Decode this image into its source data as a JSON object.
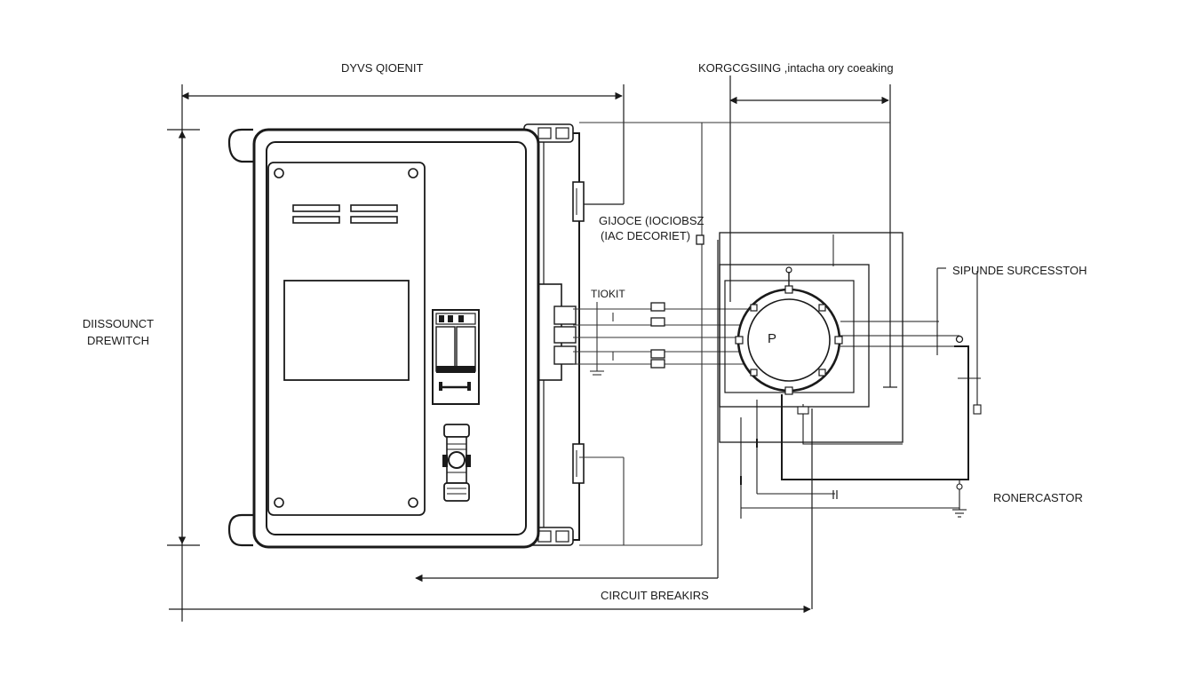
{
  "labels": {
    "top_left_dimension": "DYVS QIOENIT",
    "top_right_dimension": "KORGCGSIING ,intacha ory coeaking",
    "left_side_line1": "DIISSOUNCT",
    "left_side_line2": "DREWITCH",
    "mid_line1": "GIJOCE (IOCIOBSZ",
    "mid_line2": "(IAC DECORIET)",
    "small_mid": "TIOKIT",
    "motor_letter": "P",
    "right_top": "SIPUNDE SURCESSTOH",
    "right_bottom": "RONERCASTOR",
    "bottom_dimension": "CIRCUIT BREAKIRS"
  },
  "colors": {
    "line": "#1a1a1a",
    "thin_line": "#333333",
    "background": "#ffffff"
  }
}
